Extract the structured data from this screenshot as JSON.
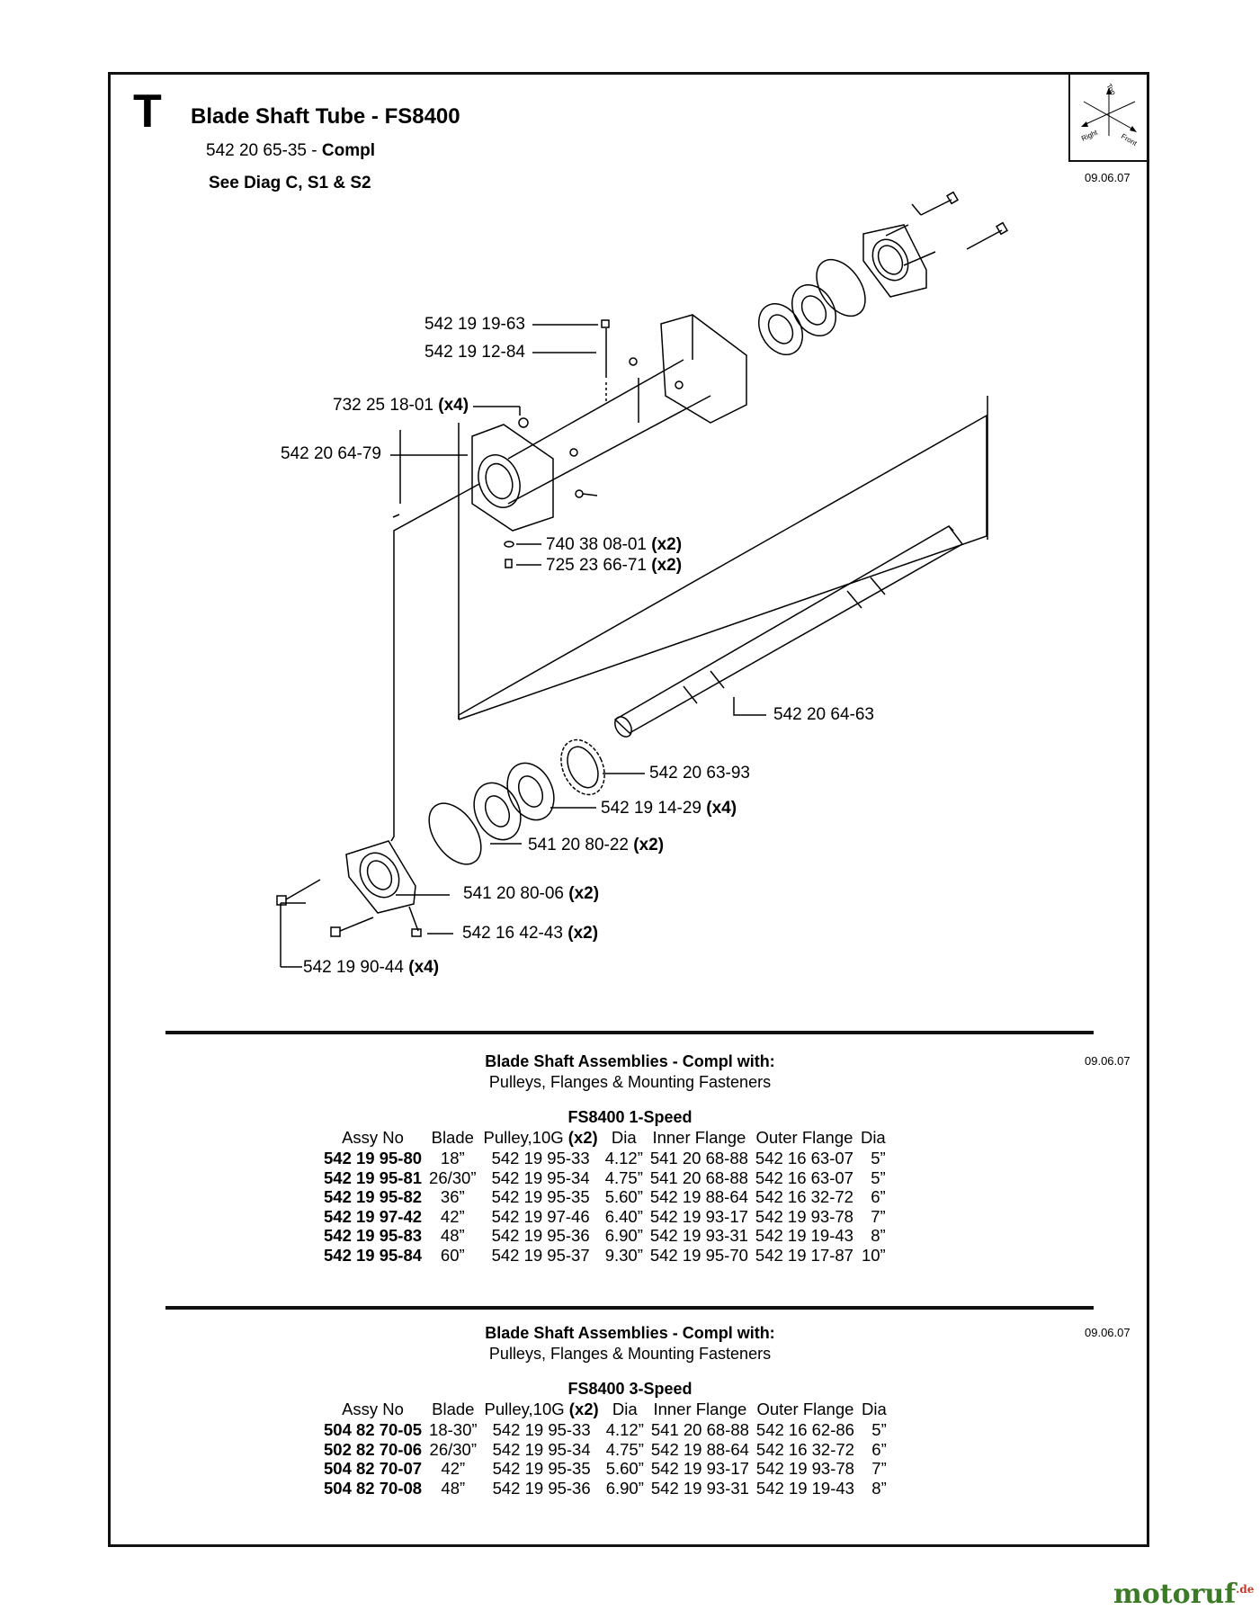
{
  "section": {
    "letter": "T",
    "title": "Blade Shaft Tube - FS8400",
    "part_no": "542 20 65-35 - ",
    "part_suffix": "Compl",
    "see_diag": "See Diag C, S1 & S2",
    "date": "09.06.07"
  },
  "compass": {
    "top": "Top",
    "right": "Right",
    "front": "Front"
  },
  "callouts": [
    {
      "id": "c1",
      "part": "542 19 19-63",
      "qty": ""
    },
    {
      "id": "c2",
      "part": "542 19 12-84",
      "qty": ""
    },
    {
      "id": "c3",
      "part": "732 25 18-01",
      "qty": "(x4)"
    },
    {
      "id": "c4",
      "part": "542 20 64-79",
      "qty": ""
    },
    {
      "id": "c5",
      "part": "740 38 08-01",
      "qty": "(x2)"
    },
    {
      "id": "c6",
      "part": "725 23 66-71",
      "qty": "(x2)"
    },
    {
      "id": "c7",
      "part": "542 20 64-63",
      "qty": ""
    },
    {
      "id": "c8",
      "part": "542 20 63-93",
      "qty": ""
    },
    {
      "id": "c9",
      "part": "542 19 14-29",
      "qty": "(x4)"
    },
    {
      "id": "c10",
      "part": "541 20 80-22",
      "qty": "(x2)"
    },
    {
      "id": "c11",
      "part": "541 20 80-06",
      "qty": "(x2)"
    },
    {
      "id": "c12",
      "part": "542 16 42-43",
      "qty": "(x2)"
    },
    {
      "id": "c13",
      "part": "542 19 90-44",
      "qty": "(x4)"
    }
  ],
  "table1": {
    "heading": "Blade Shaft Assemblies - Compl with:",
    "subheading": "Pulleys, Flanges & Mounting Fasteners",
    "date": "09.06.07",
    "model": "FS8400  1-Speed",
    "columns": [
      "Assy No",
      "Blade",
      "Pulley,10G ",
      "(x2)",
      "Dia",
      "Inner Flange",
      "Outer Flange",
      "Dia"
    ],
    "rows": [
      [
        "542 19 95-80",
        "18”",
        "542 19 95-33",
        "4.12”",
        "541 20 68-88",
        "542 16 63-07",
        "5”"
      ],
      [
        "542 19 95-81",
        "26/30”",
        "542 19 95-34",
        "4.75”",
        "541 20 68-88",
        "542 16 63-07",
        "5”"
      ],
      [
        "542 19 95-82",
        "36”",
        "542 19 95-35",
        "5.60”",
        "542 19 88-64",
        "542 16 32-72",
        "6”"
      ],
      [
        "542 19 97-42",
        "42”",
        "542 19 97-46",
        "6.40”",
        "542 19 93-17",
        "542 19 93-78",
        "7”"
      ],
      [
        "542 19 95-83",
        "48”",
        "542 19 95-36",
        "6.90”",
        "542 19 93-31",
        "542 19 19-43",
        "8”"
      ],
      [
        "542 19 95-84",
        "60”",
        "542 19 95-37",
        "9.30”",
        "542 19 95-70",
        "542 19 17-87",
        "10”"
      ]
    ]
  },
  "table2": {
    "heading": "Blade Shaft Assemblies - Compl with:",
    "subheading": "Pulleys, Flanges & Mounting Fasteners",
    "date": "09.06.07",
    "model": "FS8400  3-Speed",
    "columns": [
      "Assy No",
      "Blade",
      "Pulley,10G ",
      "(x2)",
      "Dia",
      "Inner Flange",
      "Outer Flange",
      "Dia"
    ],
    "rows": [
      [
        "504 82 70-05",
        "18-30”",
        "542 19 95-33",
        "4.12”",
        "541 20 68-88",
        "542 16 62-86",
        "5”"
      ],
      [
        "502 82 70-06",
        "26/30”",
        "542 19 95-34",
        "4.75”",
        "542 19 88-64",
        "542 16 32-72",
        "6”"
      ],
      [
        "504 82 70-07",
        "42”",
        "542 19 95-35",
        "5.60”",
        "542 19 93-17",
        "542 19 93-78",
        "7”"
      ],
      [
        "504 82 70-08",
        "48”",
        "542 19 95-36",
        "6.90”",
        "542 19 93-31",
        "542 19 19-43",
        "8”"
      ]
    ]
  },
  "brand": {
    "name": "motoruf",
    "tld": ".de"
  }
}
